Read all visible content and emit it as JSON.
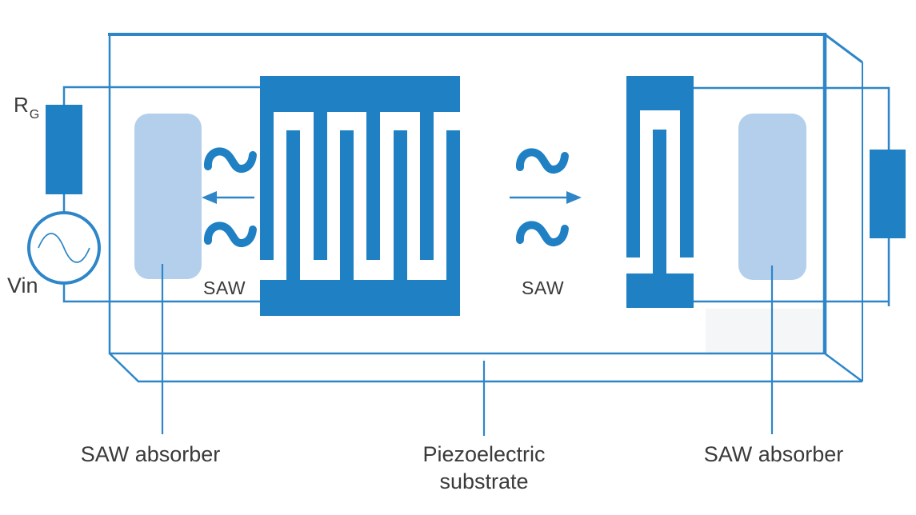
{
  "labels": {
    "generator_resistor_main": "R",
    "generator_resistor_sub": "G",
    "input_source": "Vin",
    "saw_wave_left": "SAW",
    "saw_wave_right": "SAW",
    "saw_absorber_left": "SAW absorber",
    "saw_absorber_right": "SAW absorber",
    "substrate_line1": "Piezoelectric",
    "substrate_line2": "substrate"
  },
  "colors": {
    "primary": "#1f80c4",
    "wire": "#2e86c8",
    "absorber": "#b3cfeb",
    "label_text": "#3a3a3a",
    "background": "#ffffff"
  },
  "icons": {
    "ac_source": "sine-wave-in-circle",
    "wave_symbols": "bold-sine-squiggle",
    "left_arrow": "arrow-pointing-left",
    "right_arrow": "arrow-pointing-right"
  },
  "components": {
    "substrate": "Piezoelectric substrate 3D slab outline",
    "input_idt": "interdigital transducer, 8 interleaved fingers",
    "output_idt": "interdigital transducer, 3 fingers",
    "source_resistor": "RG series resistor",
    "load_resistor": "output load resistor",
    "absorbers": 2
  }
}
